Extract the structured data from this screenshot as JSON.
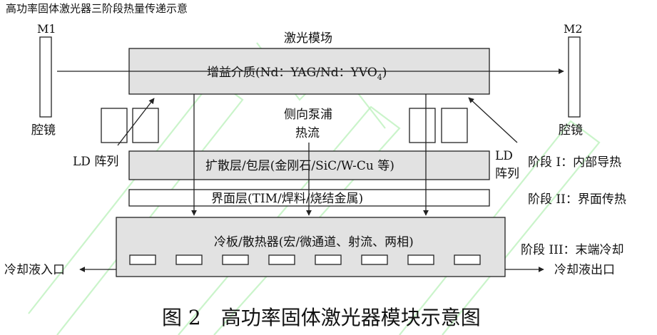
{
  "top_title": "高功率固体激光器三阶段热量传递示意",
  "mirror_left": {
    "label": "M1",
    "caption": "腔镜"
  },
  "mirror_right": {
    "label": "M2",
    "caption": "腔镜"
  },
  "laser_mode_label": "激光模场",
  "gain_medium_label": "增益介质(Nd：YAG/Nd：YVO",
  "gain_medium_subscript": "4",
  "gain_medium_close": ")",
  "side_pump_label": "侧向泵浦",
  "heat_flow_label": "热流",
  "ld_left": "LD 阵列",
  "ld_right_line1": "LD",
  "ld_right_line2": "阵列",
  "diffusion_layer_label": "扩散层/包层(金刚石/SiC/W-Cu 等)",
  "interface_layer_label": "界面层(TIM/焊料/烧结金属)",
  "cold_plate_label": "冷板/散热器(宏/微通道、射流、两相)",
  "coolant_inlet": "冷却液入口",
  "coolant_outlet": "冷却液出口",
  "stages": [
    "阶段 I：内部导热",
    "阶段 II：界面传热",
    "阶段 III：末端冷却"
  ],
  "caption": "图 2　高功率固体激光器模块示意图",
  "colors": {
    "gray_fill": "#e2e2e2",
    "stroke": "#222222",
    "watermark": "#b8f0b8"
  }
}
